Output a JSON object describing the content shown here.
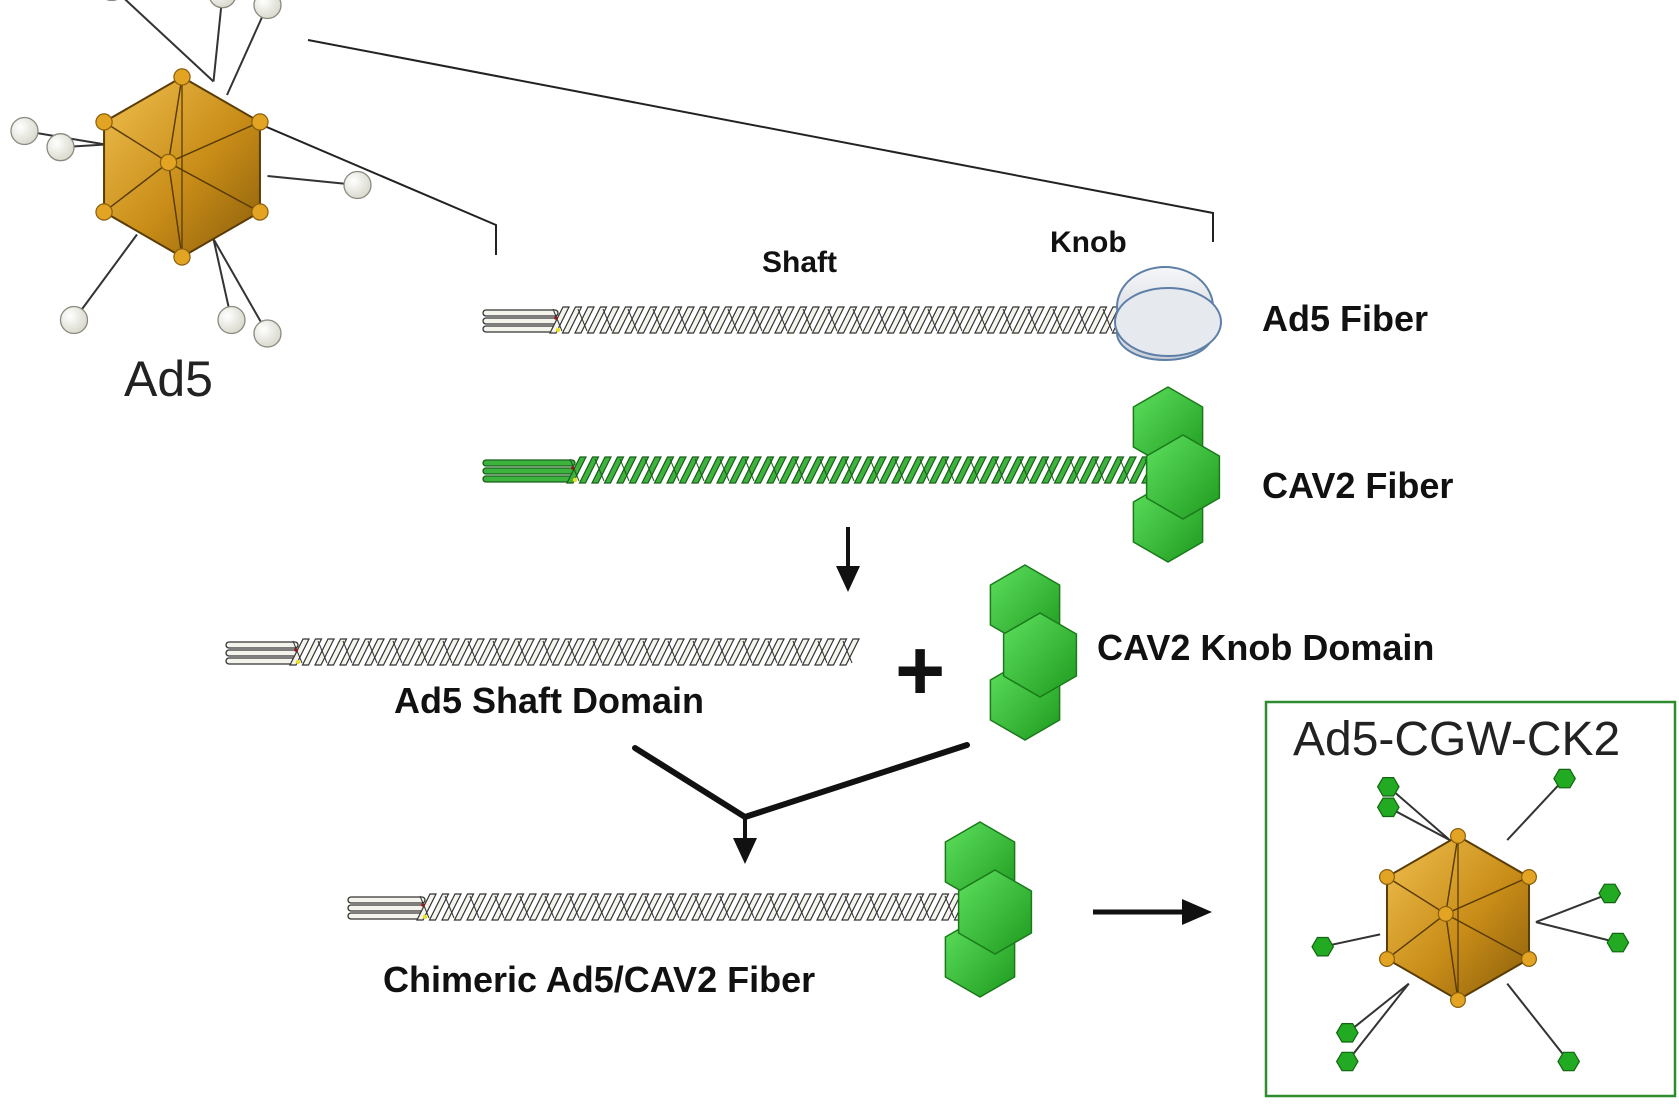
{
  "virus_label": "Ad5",
  "shaft_label": "Shaft",
  "knob_label": "Knob",
  "ad5_fiber_label": "Ad5 Fiber",
  "cav2_fiber_label": "CAV2 Fiber",
  "ad5_shaft_domain_label": "Ad5 Shaft Domain",
  "plus_sign": "+",
  "cav2_knob_domain_label": "CAV2 Knob Domain",
  "chimeric_fiber_label": "Chimeric Ad5/CAV2 Fiber",
  "result_virus_label": "Ad5-CGW-CK2",
  "colors": {
    "capsid": "#c9901c",
    "vertex": "#e0a020",
    "ad5_knob": "#dde3ea",
    "green": "#2fb32f",
    "box_border": "#2e8b2e"
  }
}
